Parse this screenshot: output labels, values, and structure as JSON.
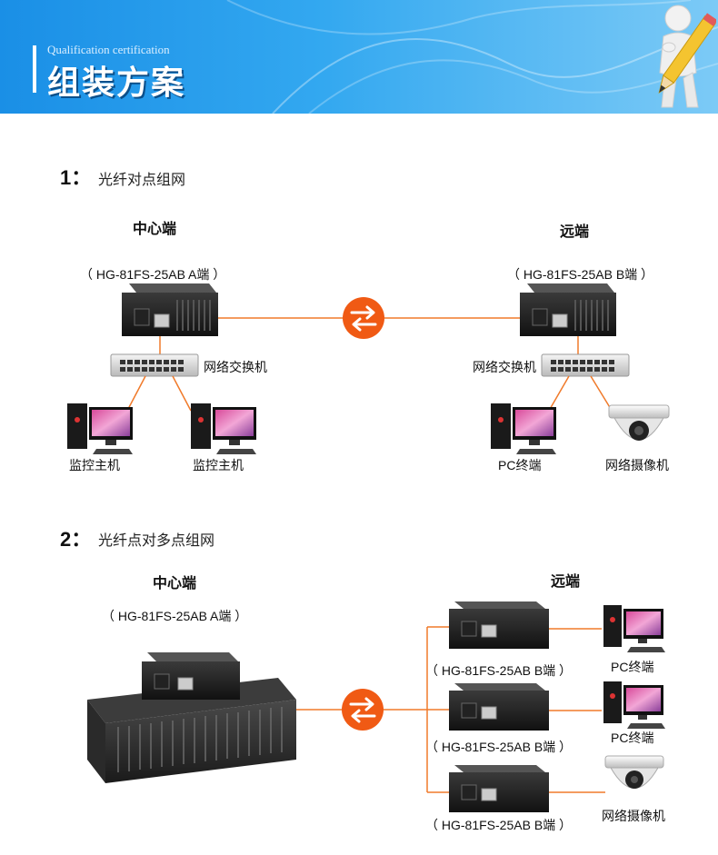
{
  "header": {
    "subtitle": "Qualification certification",
    "title": "组装方案",
    "accent_color": "#1a8fe6"
  },
  "section1": {
    "number": "1：",
    "title": "光纤对点组网",
    "center_label": "中心端",
    "remote_label": "远端",
    "center_model": "（ HG-81FS-25AB  A端 ）",
    "remote_model": "（ HG-81FS-25AB  B端 ）",
    "switch_left": "网络交换机",
    "switch_right": "网络交换机",
    "pc1": "监控主机",
    "pc2": "监控主机",
    "pc3": "PC终端",
    "camera": "网络摄像机"
  },
  "section2": {
    "number": "2：",
    "title": "光纤点对多点组网",
    "center_label": "中心端",
    "remote_label": "远端",
    "center_model": "（ HG-81FS-25AB  A端 ）",
    "remote_models": [
      "（ HG-81FS-25AB  B端 ）",
      "（ HG-81FS-25AB  B端 ）",
      "（ HG-81FS-25AB  B端 ）"
    ],
    "remote_devices": [
      "PC终端",
      "PC终端",
      "网络摄像机"
    ]
  },
  "colors": {
    "link": "#f07a2a",
    "exchange": "#f05a14"
  },
  "icons": {
    "exchange": "swap-arrows-icon",
    "mascot": "pencil-mascot-icon"
  }
}
